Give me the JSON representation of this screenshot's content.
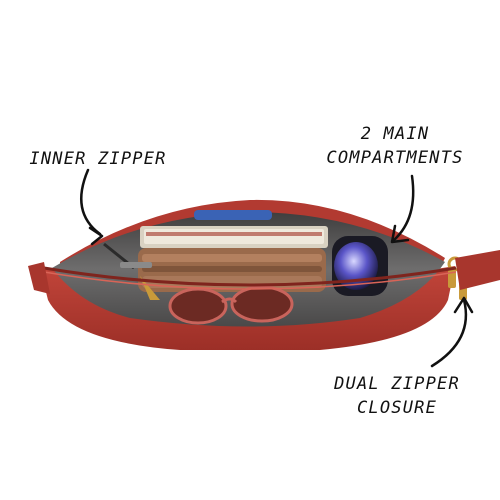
{
  "image": {
    "subject": "red-purse-interior-photo",
    "colors": {
      "leather": "#b6392f",
      "leather_dark": "#8f2a23",
      "lining": "#5e5d5d",
      "brass": "#c99a3a"
    }
  },
  "callouts": {
    "inner_zipper": [
      "INNER ZIPPER"
    ],
    "main_compartments": [
      "2 MAIN",
      "COMPARTMENTS"
    ],
    "dual_zipper": [
      "DUAL ZIPPER",
      "CLOSURE"
    ]
  }
}
